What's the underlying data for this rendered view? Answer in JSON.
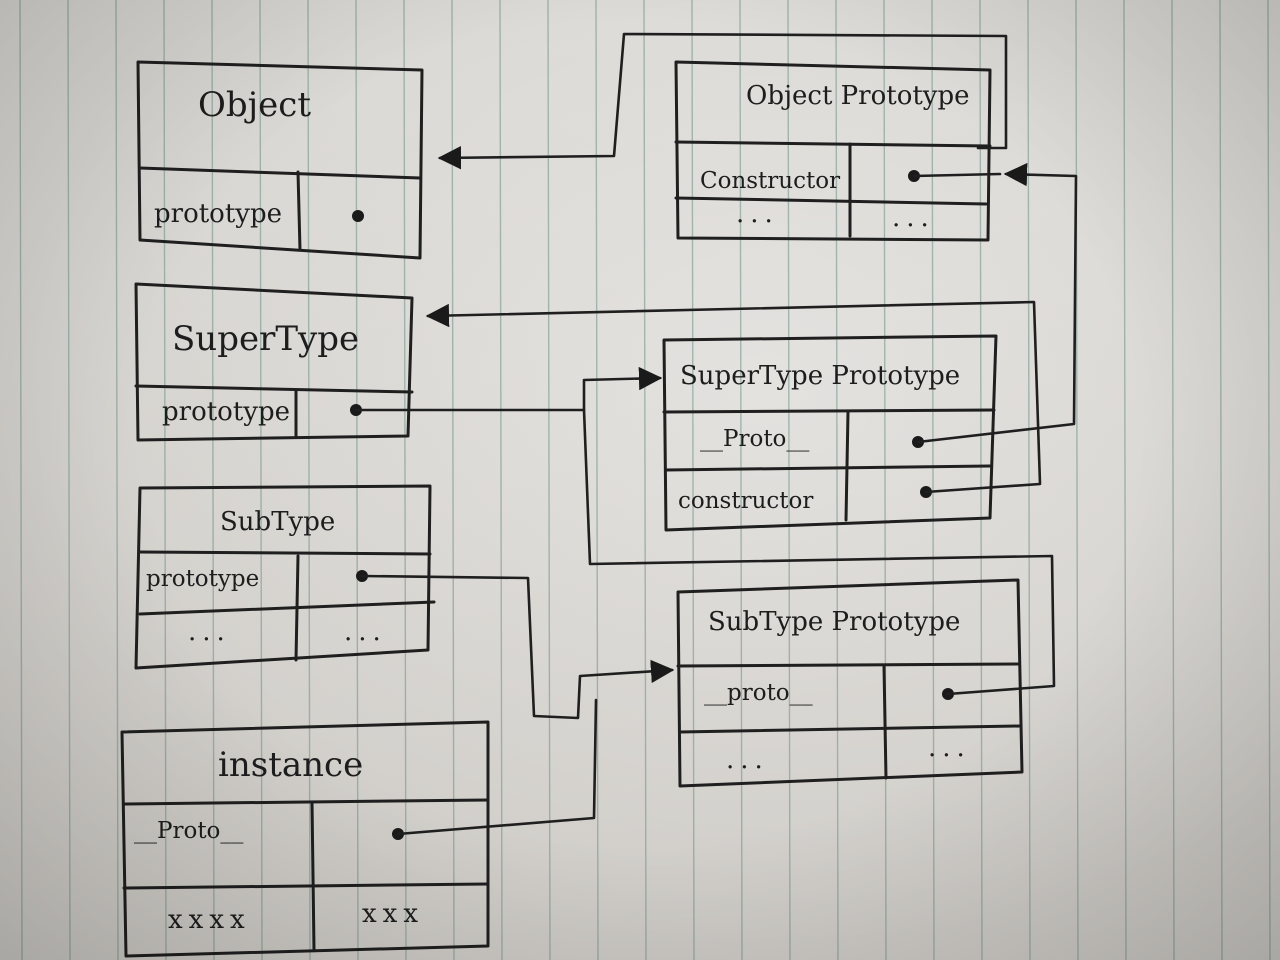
{
  "boxes": {
    "object": {
      "title": "Object",
      "field1": "prototype"
    },
    "object_prototype": {
      "title": "Object Prototype",
      "field1": "Constructor",
      "rest_left": "...",
      "rest_right": "..."
    },
    "supertype": {
      "title": "SuperType",
      "field1": "prototype"
    },
    "supertype_prototype": {
      "title": "SuperType  Prototype",
      "field1": "__Proto__",
      "field2": "constructor"
    },
    "subtype": {
      "title": "SubType",
      "field1": "prototype",
      "rest_left": "...",
      "rest_right": "..."
    },
    "subtype_prototype": {
      "title": "SubType  Prototype",
      "field1": "__proto__",
      "rest_left": "...",
      "rest_right": "..."
    },
    "instance": {
      "title": "instance",
      "field1": "__Proto__",
      "rest_left": "xxxx",
      "rest_right": "xxx"
    }
  },
  "colors": {
    "ink": "#1f1f1f",
    "paper": "#d6d3cf",
    "rule": "#6f8f86"
  }
}
